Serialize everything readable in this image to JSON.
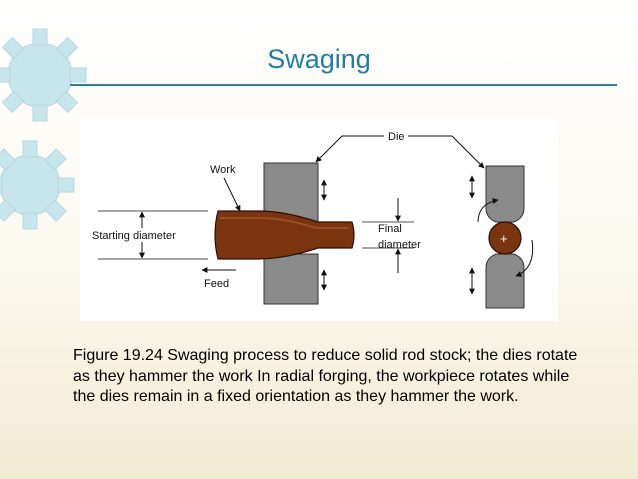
{
  "slide": {
    "title": "Swaging",
    "caption": "Figure 19.24  Swaging process to reduce solid rod stock; the dies rotate as they hammer the work  In radial forging, the workpiece rotates while the dies remain in a fixed orientation as they hammer the work."
  },
  "figure": {
    "labels": {
      "die": "Die",
      "work": "Work",
      "starting_diameter": "Starting diameter",
      "final": "Final",
      "diameter": "diameter",
      "feed": "Feed",
      "center_mark": "+"
    },
    "colors": {
      "die_fill": "#8a8a8a",
      "work_fill": "#7a3410",
      "gear_fill": "#c9e8ee",
      "title_color": "#1e7fa3"
    }
  }
}
